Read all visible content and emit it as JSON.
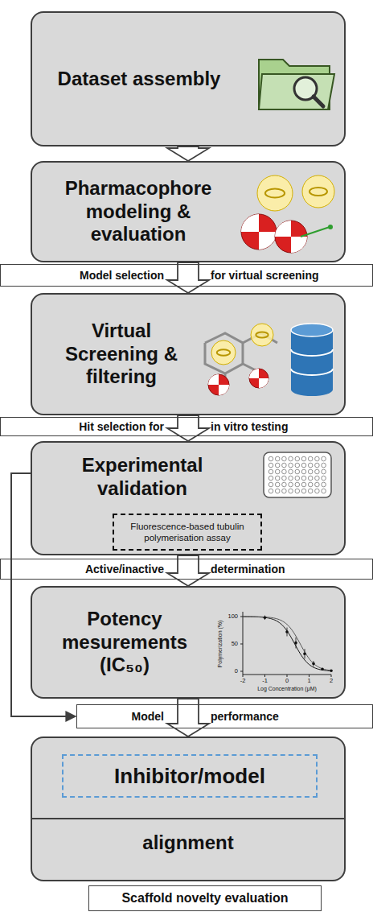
{
  "diagram": {
    "nodes": [
      {
        "text": [
          "Dataset assembly"
        ]
      },
      {
        "text": [
          "Pharmacophore modeling & evaluation"
        ]
      },
      {
        "text": [
          "Model selection",
          "for virtual screening"
        ]
      },
      {
        "text": [
          "Virtual Screening & filtering"
        ]
      },
      {
        "text": [
          "Hit selection for",
          "in vitro testing"
        ]
      },
      {
        "text": [
          "Experimental validation"
        ]
      },
      {
        "text": [
          "Fluorescence-based tubulin polymerisation assay"
        ],
        "in": 5
      },
      {
        "text": [
          "Active/inactive",
          "determination"
        ]
      },
      {
        "text": [
          "Potency mesurements (IC₅₀)"
        ]
      },
      {
        "text": [
          "Model",
          "performance"
        ]
      },
      {
        "text": [
          "alignment"
        ]
      },
      {
        "text": [
          "Inhibitor/model"
        ],
        "in": 10
      },
      {
        "text": [
          "Scaffold novelty evaluation"
        ]
      }
    ],
    "edges": [
      {
        "from": 0,
        "to": 1,
        "arrow": "to"
      },
      {
        "from": 1,
        "to": 3,
        "arrow": "to"
      },
      {
        "from": 3,
        "to": 5,
        "arrow": "to"
      },
      {
        "from": 5,
        "to": 8,
        "arrow": "to"
      },
      {
        "from": 5,
        "to": 9,
        "arrow": "to"
      },
      {
        "from": 8,
        "to": 10,
        "arrow": "to"
      }
    ],
    "labels": [
      "Polymerization (%)",
      "100",
      "50",
      "0",
      "-2",
      "-1",
      "0",
      "1",
      "2",
      "Log Concentration (μM)"
    ]
  }
}
